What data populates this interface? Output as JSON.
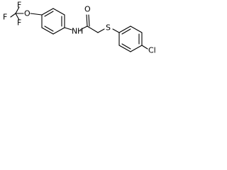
{
  "molecule": {
    "type": "chemical-structure",
    "atoms": {
      "fluorine_1": "F",
      "fluorine_2": "F",
      "fluorine_3": "F",
      "ether_oxygen": "O",
      "amide_nitrogen": "N",
      "amide_hydrogen": "H",
      "carbonyl_oxygen": "O",
      "thioether_sulfur": "S",
      "chlorine": "Cl"
    }
  }
}
